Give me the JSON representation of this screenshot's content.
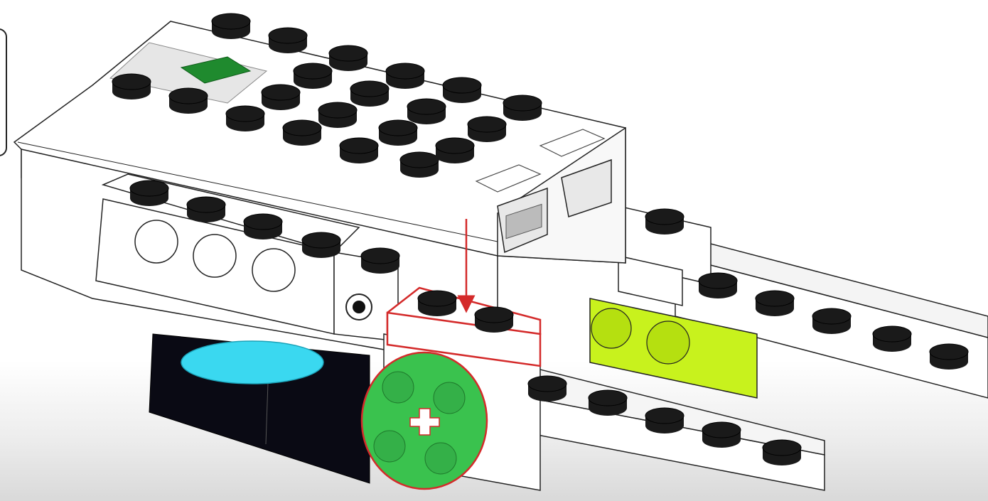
{
  "diagram": {
    "kind": "lego-build-instruction-step",
    "highlight_color": "#d42a2a",
    "part_colors": {
      "hub_body": "#ffffff",
      "stud_top": "#1a1a1a",
      "hub_led": "#1f8a2e",
      "motor_body": "#0a0a14",
      "motor_disc": "#3ad8f0",
      "round_plate": "#3ac24e",
      "lime_brick": "#c8f21d",
      "outline": "#222222"
    },
    "parts": [
      {
        "name": "smarthub",
        "icon": "smarthub-icon"
      },
      {
        "name": "motor",
        "icon": "motor-icon"
      },
      {
        "name": "plate-1x2-new",
        "icon": "plate-icon"
      },
      {
        "name": "round-plate-2x2-new",
        "icon": "round-plate-icon"
      },
      {
        "name": "lime-brick",
        "icon": "brick-icon"
      },
      {
        "name": "long-plate-upper",
        "icon": "plate-icon"
      },
      {
        "name": "long-plate-lower",
        "icon": "plate-icon"
      }
    ]
  }
}
